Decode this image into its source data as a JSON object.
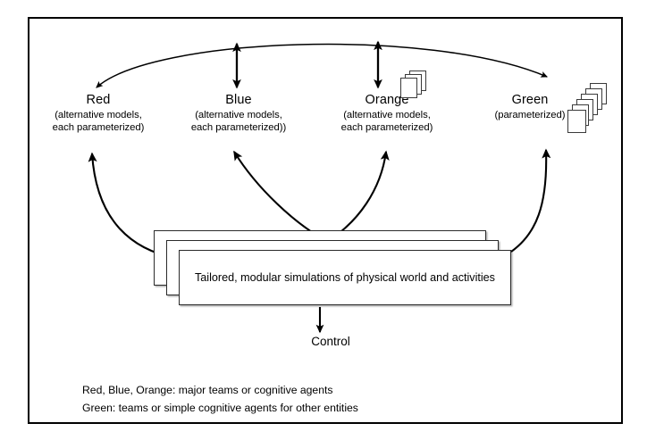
{
  "diagram": {
    "title_text": "Tailored, modular simulations of physical world and activities",
    "control_label": "Control",
    "agents": [
      {
        "name": "Red",
        "desc": "(alternative models,\neach parameterized)"
      },
      {
        "name": "Blue",
        "desc": "(alternative models,\neach parameterized))"
      },
      {
        "name": "Orange",
        "desc": "(alternative models,\neach parameterized)"
      },
      {
        "name": "Green",
        "desc": "(parameterized)"
      }
    ],
    "legend": {
      "line1": "Red, Blue, Orange: major teams or cognitive agents",
      "line2": "Green: teams or simple cognitive agents for other entities"
    },
    "icons": {
      "orange_stack": "document-stack-icon",
      "green_stack": "document-stack-icon"
    },
    "colors": {
      "stroke": "#000000",
      "box_border": "#2b2b2b",
      "background": "#ffffff"
    }
  }
}
